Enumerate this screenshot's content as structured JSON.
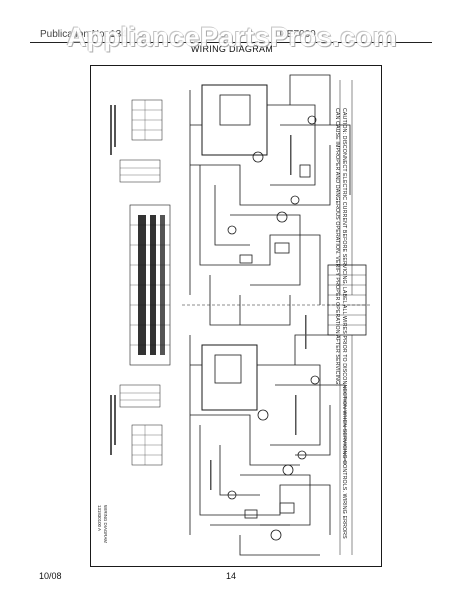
{
  "watermark": "AppliancePartsPros.com",
  "header": {
    "left_text": "Publication No. 134",
    "right_text": "LDE7000"
  },
  "page_title": "WIRING DIAGRAM",
  "caution_text": "CAUTION: DISCONNECT ELECTRIC CURRENT BEFORE SERVICING. LABEL ALL WIRES PRIOR TO DISCONNECTION WHEN SERVICING CONTROLS. WIRING ERRORS CAN CAUSE IMPROPER AND DANGEROUS OPERATION. VERIFY PROPER OPERATION AFTER SERVICING.",
  "diagram_label": "WIRING DIAGRAM",
  "diagram_part_number": "131830100 A",
  "footer": {
    "date": "10/08",
    "page_number": "14"
  }
}
